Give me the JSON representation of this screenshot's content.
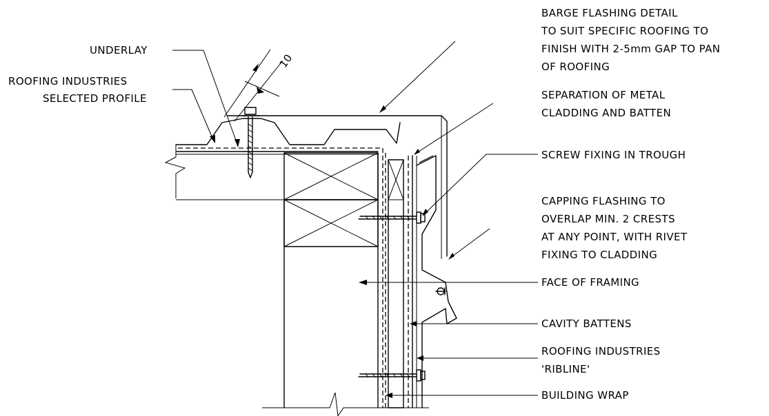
{
  "labels": {
    "underlay": "UNDERLAY",
    "roofing_profile_1": "ROOFING INDUSTRIES",
    "roofing_profile_2": "SELECTED PROFILE",
    "angle": "10",
    "barge_1": "BARGE FLASHING DETAIL",
    "barge_2": "TO SUIT SPECIFIC ROOFING TO",
    "barge_3": "FINISH WITH 2-5mm GAP TO PAN",
    "barge_4": "OF ROOFING",
    "separation_1": "SEPARATION OF METAL",
    "separation_2": "CLADDING AND BATTEN",
    "screw": "SCREW FIXING IN TROUGH",
    "capping_1": "CAPPING FLASHING TO",
    "capping_2": "OVERLAP MIN. 2 CRESTS",
    "capping_3": "AT ANY POINT, WITH RIVET",
    "capping_4": "FIXING TO CLADDING",
    "face": "FACE OF FRAMING",
    "cavity": "CAVITY BATTENS",
    "ribline_1": "ROOFING INDUSTRIES",
    "ribline_2": "'RIBLINE'",
    "wrap": "BUILDING WRAP"
  }
}
